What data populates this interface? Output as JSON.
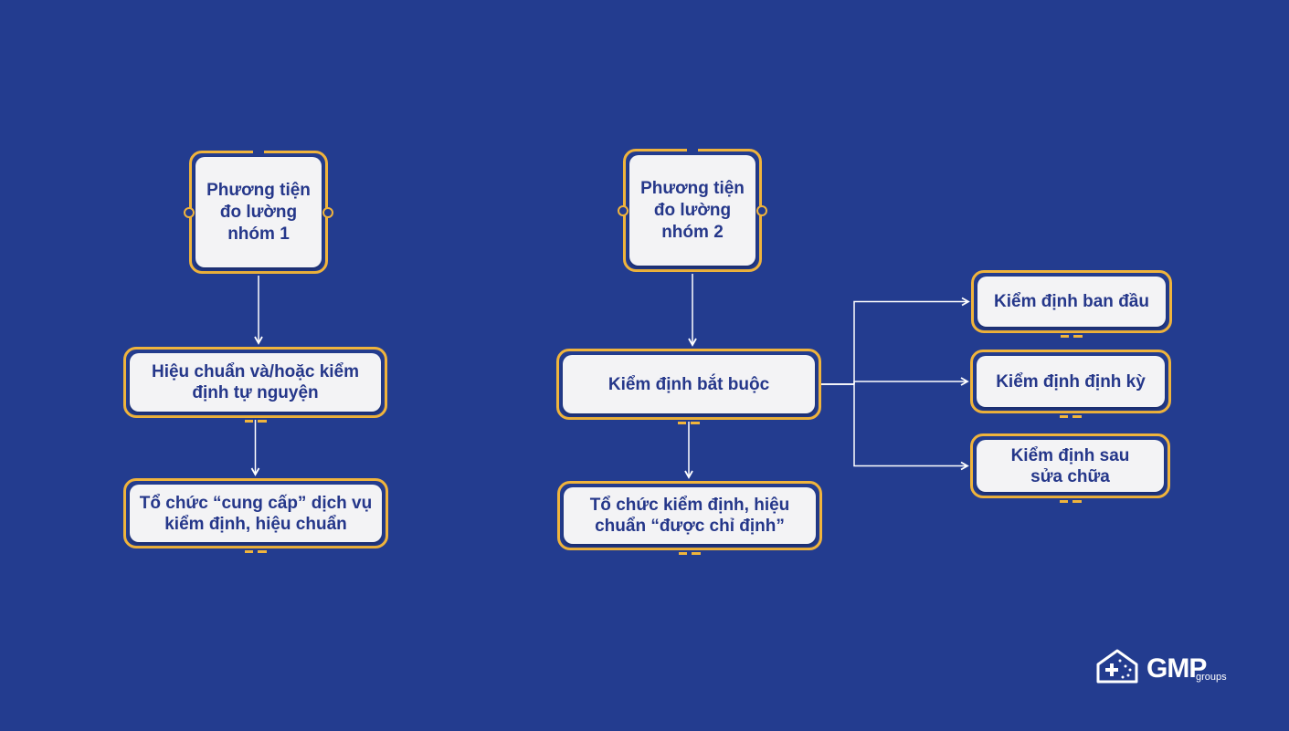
{
  "diagram": {
    "nodes": {
      "group1": "Phương tiện\nđo lường\nnhóm 1",
      "group2": "Phương tiện\nđo lường\nnhóm 2",
      "calibration": "Hiệu chuẩn và/hoặc kiểm\nđịnh tự nguyện",
      "provider": "Tổ chức “cung cấp” dịch vụ\nkiểm định, hiệu chuẩn",
      "mandatory": "Kiểm định bắt buộc",
      "designated": "Tổ chức kiểm định, hiệu\nchuẩn “được chỉ định”",
      "initial": "Kiểm định ban đầu",
      "periodic": "Kiểm định định kỳ",
      "after_repair": "Kiểm định sau\nsửa chữa"
    },
    "edges": [
      [
        "group1",
        "calibration"
      ],
      [
        "calibration",
        "provider"
      ],
      [
        "group2",
        "mandatory"
      ],
      [
        "mandatory",
        "designated"
      ],
      [
        "mandatory",
        "initial"
      ],
      [
        "mandatory",
        "periodic"
      ],
      [
        "mandatory",
        "after_repair"
      ]
    ],
    "colors": {
      "background": "#233c8f",
      "border": "#f0b43c",
      "box": "#f3f3f5",
      "text": "#25378a",
      "connector": "#ffffff"
    }
  },
  "logo": {
    "brand": "GMP",
    "sub": "groups"
  }
}
